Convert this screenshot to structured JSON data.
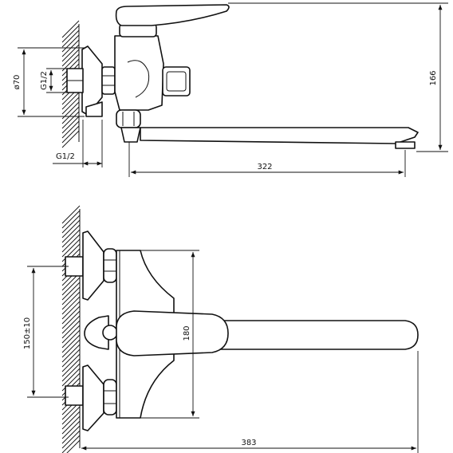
{
  "drawing": {
    "side_view": {
      "wall_flange_diameter": "ø70",
      "inlet_thread": "G1/2",
      "outlet_thread": "G1/2",
      "spout_reach": "322",
      "height": "166"
    },
    "top_view": {
      "inlet_spacing": "150±10",
      "body_height": "180",
      "total_reach": "383"
    },
    "colors": {
      "line": "#111111",
      "background": "#ffffff"
    }
  }
}
